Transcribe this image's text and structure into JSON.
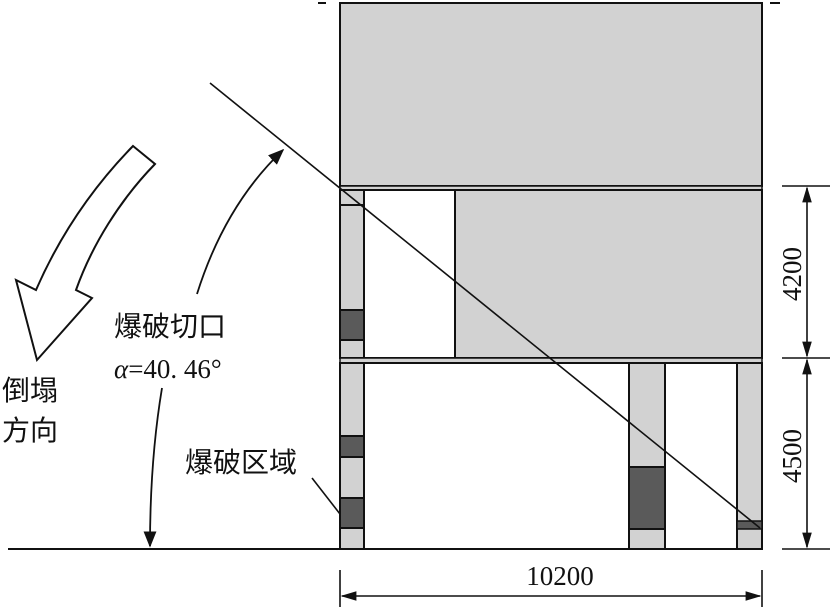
{
  "labels": {
    "cut": "爆破切口",
    "angle_symbol": "α",
    "angle_value": "=40. 46°",
    "blast_area": "爆破区域",
    "direction_line1": "倒塌",
    "direction_line2": "方向"
  },
  "dimensions": {
    "upper_story_height": "4200",
    "lower_story_height": "4500",
    "total_width": "10200"
  },
  "colors": {
    "line": "#111111",
    "wall_gray": "#d2d2d2",
    "charge_dark": "#5a5a5a",
    "opening_white": "#ffffff",
    "background": "#ffffff"
  }
}
